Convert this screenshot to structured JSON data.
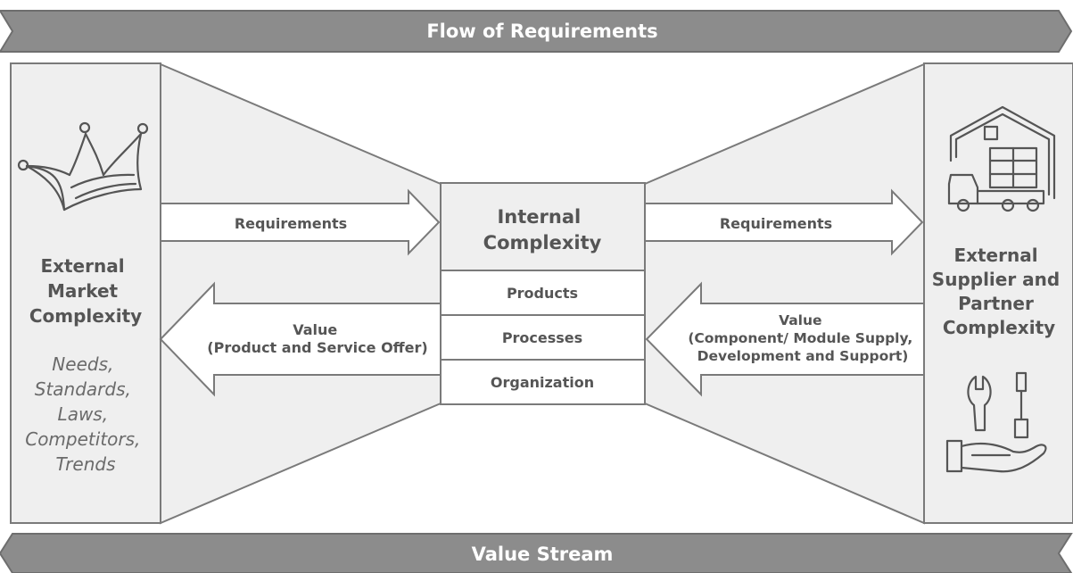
{
  "banners": {
    "top": "Flow of Requirements",
    "bottom": "Value Stream"
  },
  "left_panel": {
    "title_lines": [
      "External",
      "Market",
      "Complexity"
    ],
    "examples": [
      "Needs,",
      "Standards,",
      "Laws,",
      "Competitors,",
      "Trends"
    ],
    "icon": "crown-icon"
  },
  "right_panel": {
    "title_lines": [
      "External",
      "Supplier and",
      "Partner",
      "Complexity"
    ],
    "icons": [
      "warehouse-truck-icon",
      "tools-in-hand-icon"
    ]
  },
  "center": {
    "title_lines": [
      "Internal",
      "Complexity"
    ],
    "rows": [
      "Products",
      "Processes",
      "Organization"
    ]
  },
  "arrows": {
    "left_requirements": "Requirements",
    "right_requirements": "Requirements",
    "left_value_lines": [
      "Value",
      "(Product and Service Offer)"
    ],
    "right_value_lines": [
      "Value",
      "(Component/ Module Supply,",
      "Development and Support)"
    ]
  },
  "colors": {
    "banner_fill": "#8c8c8c",
    "panel_fill": "#efefef",
    "outline": "#7a7a7a",
    "text": "#555555"
  }
}
